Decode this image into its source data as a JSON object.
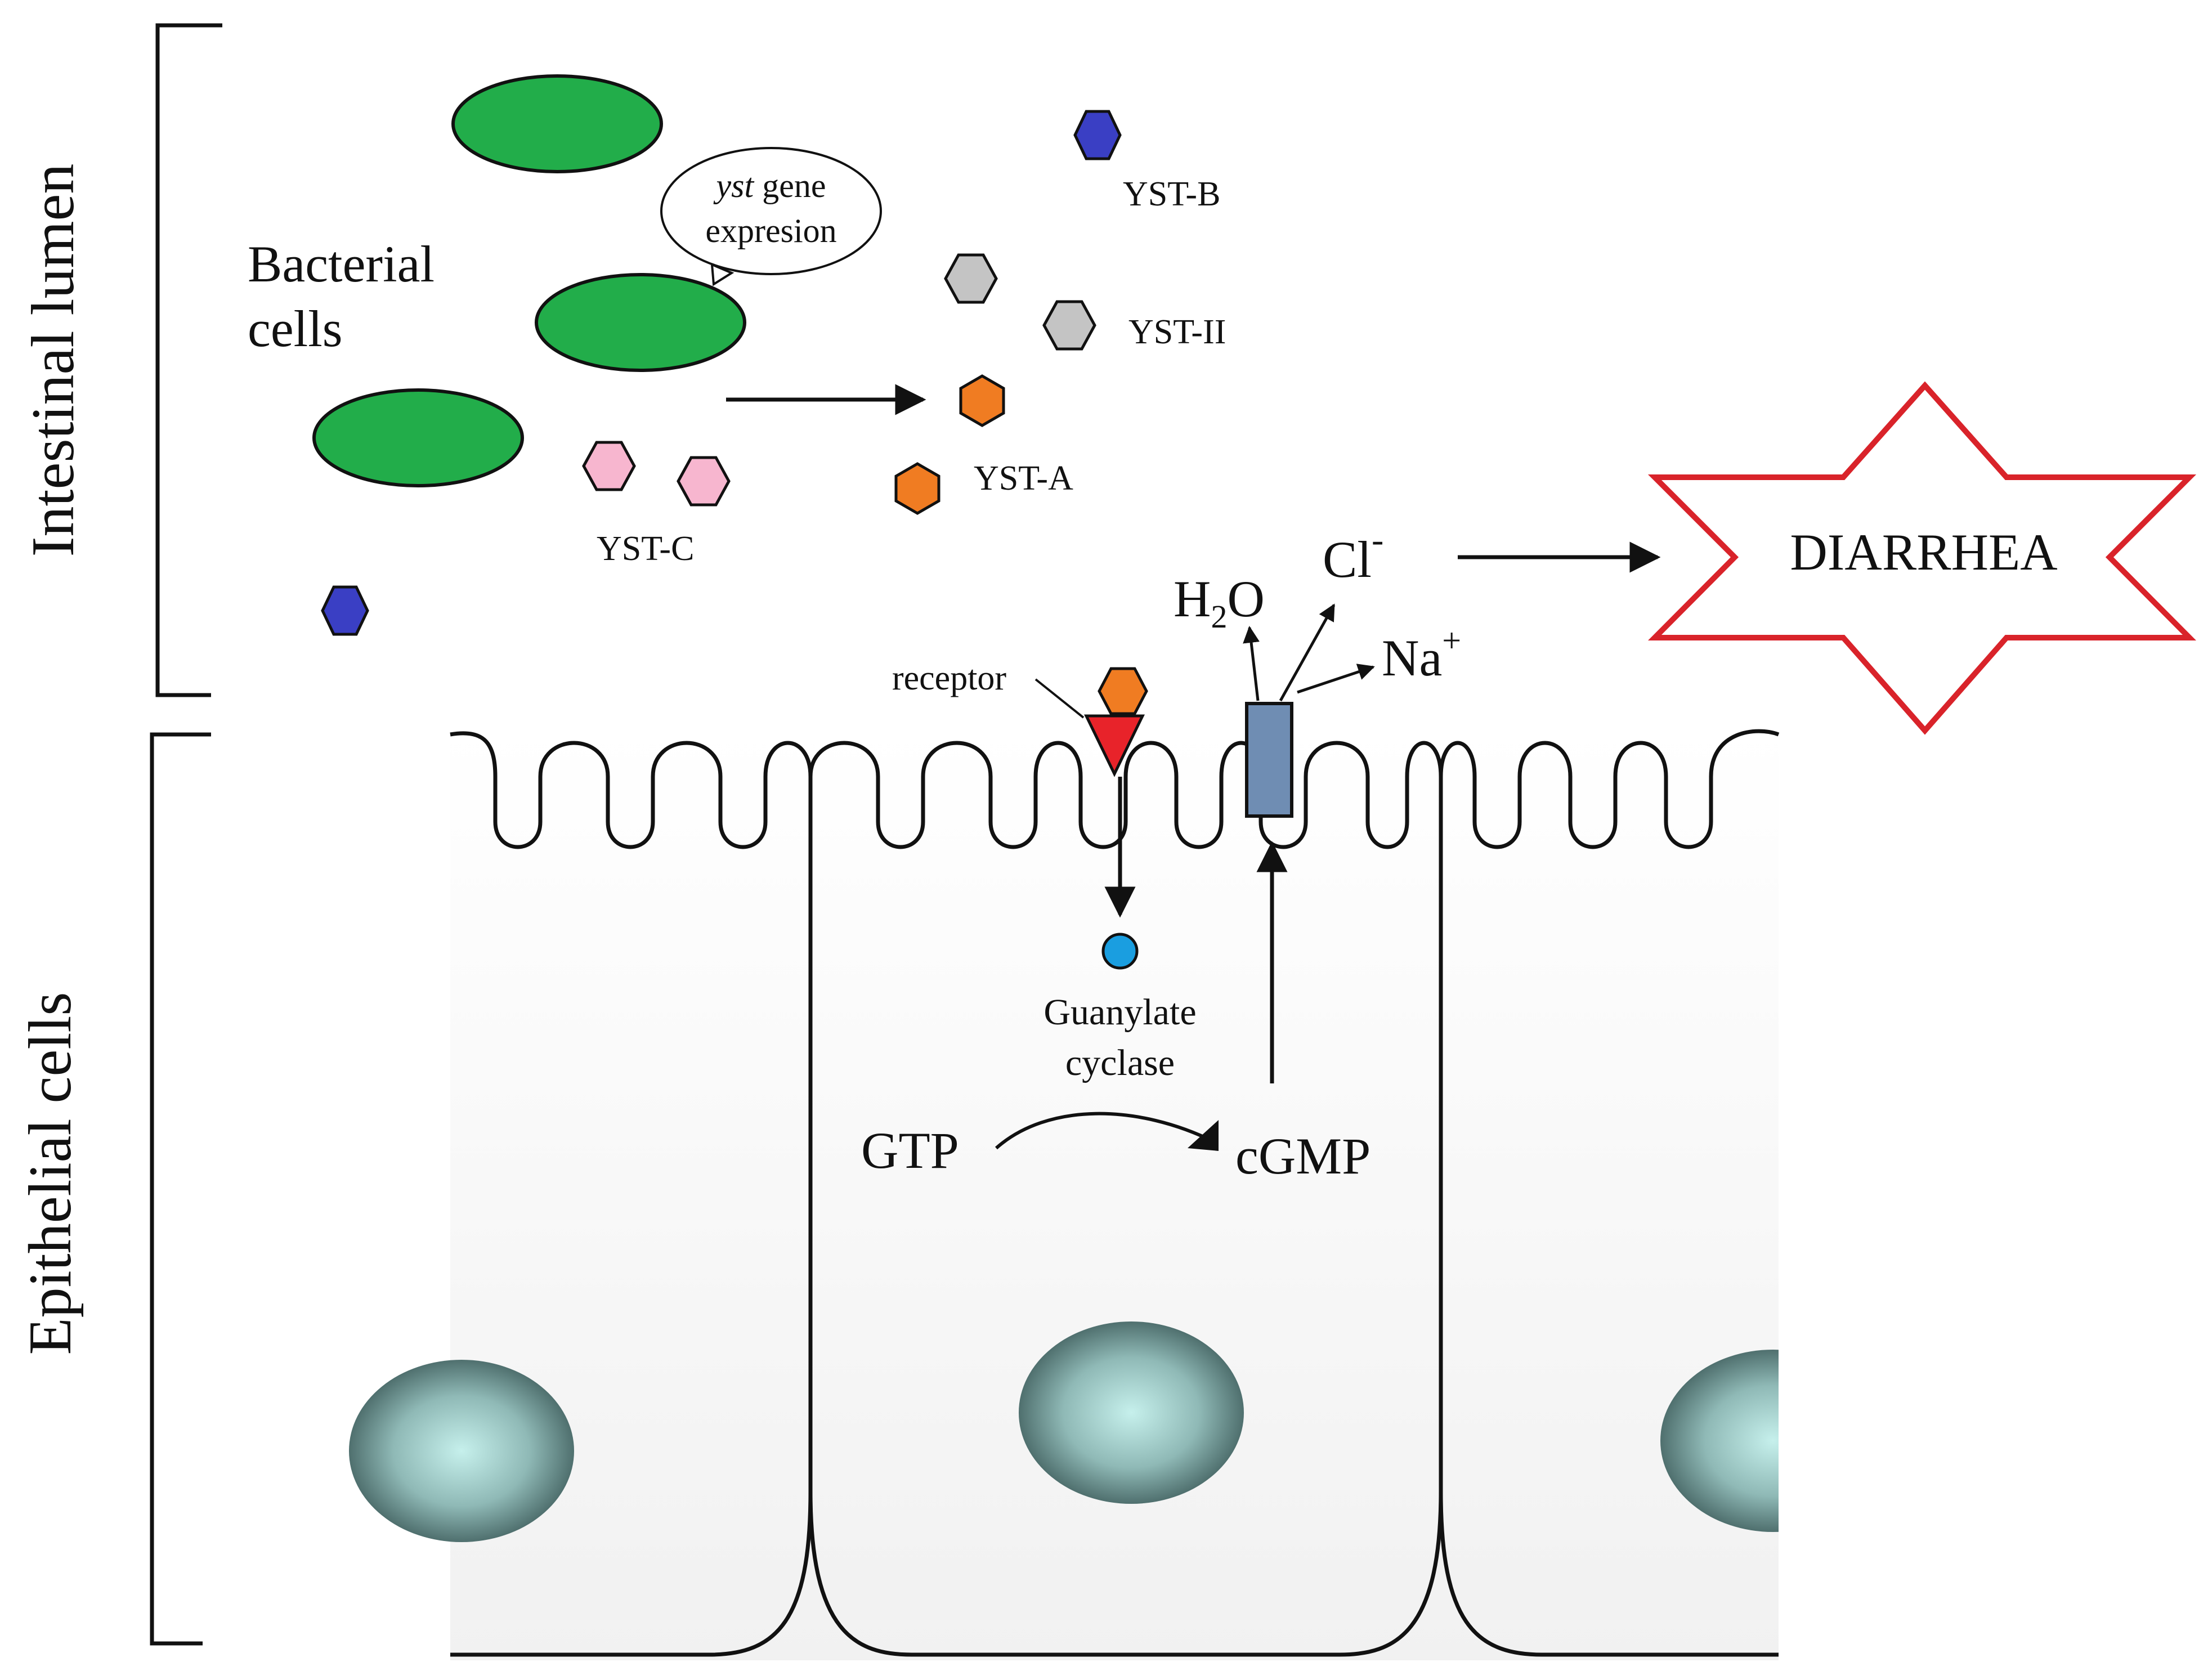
{
  "labels": {
    "intestinal_lumen": "Intestinal lumen",
    "epithelial_cells": "Epithelial cells",
    "bacterial_line1": "Bacterial",
    "bacterial_line2": "cells",
    "bubble_gene": "yst",
    "bubble_line1_rest": " gene",
    "bubble_line2": "expresion",
    "yst_b": "YST-B",
    "yst_ii": "YST-II",
    "yst_a": "YST-A",
    "yst_c": "YST-C",
    "receptor": "receptor",
    "guanylate_line1": "Guanylate",
    "guanylate_line2": "cyclase",
    "gtp": "GTP",
    "cgmp": "cGMP",
    "h2o_h": "H",
    "h2o_sub": "2",
    "h2o_o": "O",
    "cl": "Cl",
    "cl_sup": "-",
    "na": "Na",
    "na_sup": "+",
    "diarrhea": "DIARRHEA"
  },
  "colors": {
    "bacteria": "#22ad4a",
    "yst_b": "#3a3fc4",
    "yst_ii": "#c4c4c4",
    "yst_a": "#f07c22",
    "yst_c": "#f7b6cf",
    "receptor": "#e8232a",
    "guanylate": "#1a9ee0",
    "channel": "#6f8db3",
    "star_outline": "#d9232a",
    "nucleus_center": "#c6f0ec",
    "nucleus_edge": "#3f5d5c"
  }
}
